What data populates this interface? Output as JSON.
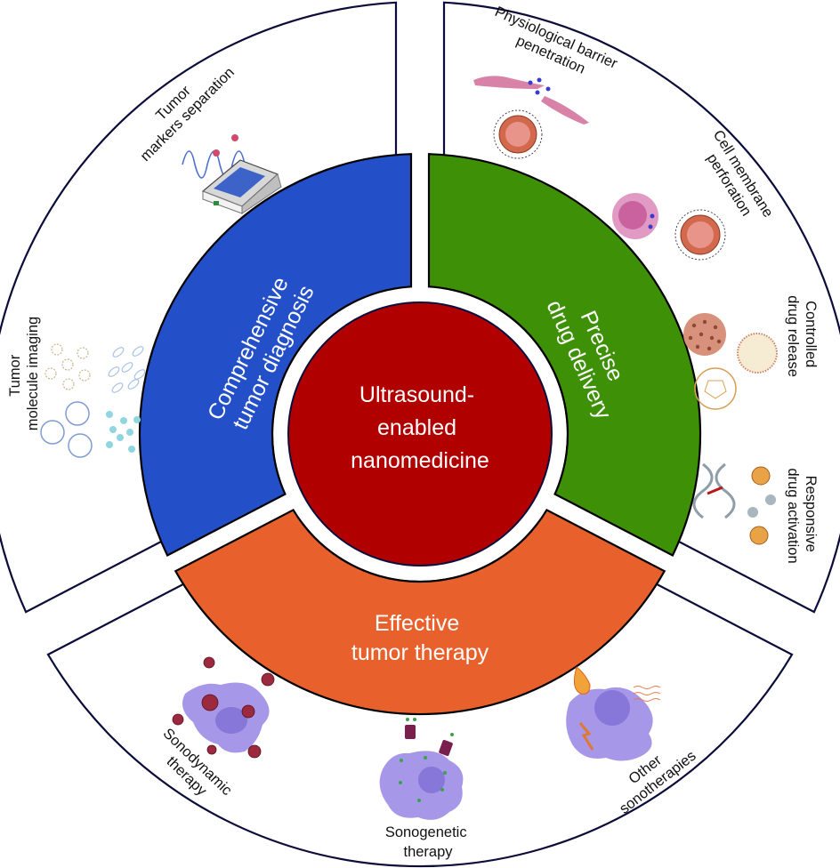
{
  "colors": {
    "core": "#b10000",
    "diagnosis": "#2350c8",
    "delivery": "#3e9107",
    "therapy": "#e8602c",
    "outline": "#0c0c3a",
    "label_dark": "#111111",
    "label_light": "#ffffff"
  },
  "core": {
    "lines": [
      "Ultrasound-",
      "enabled",
      "nanomedicine"
    ]
  },
  "segments": {
    "diagnosis": {
      "lines": [
        "Comprehensive",
        "tumor diagnosis"
      ]
    },
    "delivery": {
      "lines": [
        "Precise",
        "drug delivery"
      ]
    },
    "therapy": {
      "lines": [
        "Effective",
        "tumor therapy"
      ]
    }
  },
  "outer": {
    "diagnosis": [
      {
        "lines": [
          "Tumor",
          "markers separation"
        ],
        "icon": "electrophoresis-device-icon"
      },
      {
        "lines": [
          "Tumor",
          "molecule imaging"
        ],
        "icon": "nanoparticle-contrast-agents-icon"
      }
    ],
    "delivery": [
      {
        "lines": [
          "Physiological barrier",
          "penetration"
        ],
        "icon": "microbubble-endothelium-icon"
      },
      {
        "lines": [
          "Cell membrane",
          "perforation"
        ],
        "icon": "cell-sonoporation-icon"
      },
      {
        "lines": [
          "Controlled",
          "drug release"
        ],
        "icon": "nanocarriers-icon"
      },
      {
        "lines": [
          "Responsive",
          "drug activation"
        ],
        "icon": "dna-prodrug-activation-icon"
      }
    ],
    "therapy": [
      {
        "lines": [
          "Sonodynamic",
          "therapy"
        ],
        "icon": "ros-tumor-cell-icon"
      },
      {
        "lines": [
          "Sonogenetic",
          "therapy"
        ],
        "icon": "mechanosensitive-channel-cell-icon"
      },
      {
        "lines": [
          "Other",
          "sonotherapies"
        ],
        "icon": "thermal-mechanical-cell-icon"
      }
    ]
  }
}
